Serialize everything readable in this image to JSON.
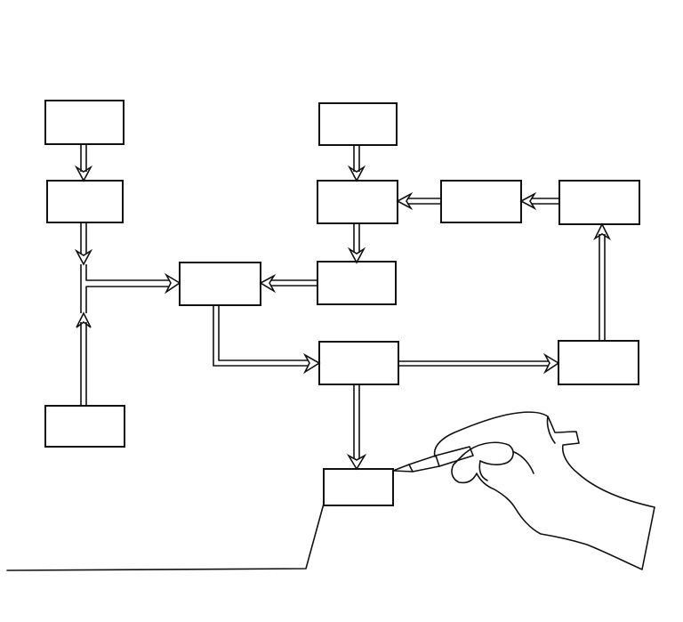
{
  "diagram": {
    "style": "single-line drawing",
    "line_color": "#111111",
    "background": "#ffffff",
    "nodes": [
      {
        "id": "n1",
        "label": ""
      },
      {
        "id": "n2",
        "label": ""
      },
      {
        "id": "n3",
        "label": ""
      },
      {
        "id": "n4",
        "label": ""
      },
      {
        "id": "n5",
        "label": ""
      },
      {
        "id": "n6",
        "label": ""
      },
      {
        "id": "n7",
        "label": ""
      },
      {
        "id": "n8",
        "label": ""
      },
      {
        "id": "n9",
        "label": ""
      },
      {
        "id": "n10",
        "label": ""
      },
      {
        "id": "n11",
        "label": ""
      },
      {
        "id": "n12",
        "label": ""
      }
    ],
    "edges": [
      {
        "from": "n1",
        "to": "n2"
      },
      {
        "from": "n2",
        "to": "n4"
      },
      {
        "from": "n3",
        "to": "n4"
      },
      {
        "from": "n5",
        "to": "n6"
      },
      {
        "from": "n6",
        "to": "n9"
      },
      {
        "from": "n7",
        "to": "n6"
      },
      {
        "from": "n8",
        "to": "n7"
      },
      {
        "from": "n9",
        "to": "n4"
      },
      {
        "from": "n4",
        "to": "n10"
      },
      {
        "from": "n10",
        "to": "n11"
      },
      {
        "from": "n11",
        "to": "n8"
      },
      {
        "from": "n10",
        "to": "n12"
      }
    ],
    "illustration": {
      "hand_icon": "hand-holding-pen-icon",
      "pen_icon": "pen-icon"
    }
  }
}
